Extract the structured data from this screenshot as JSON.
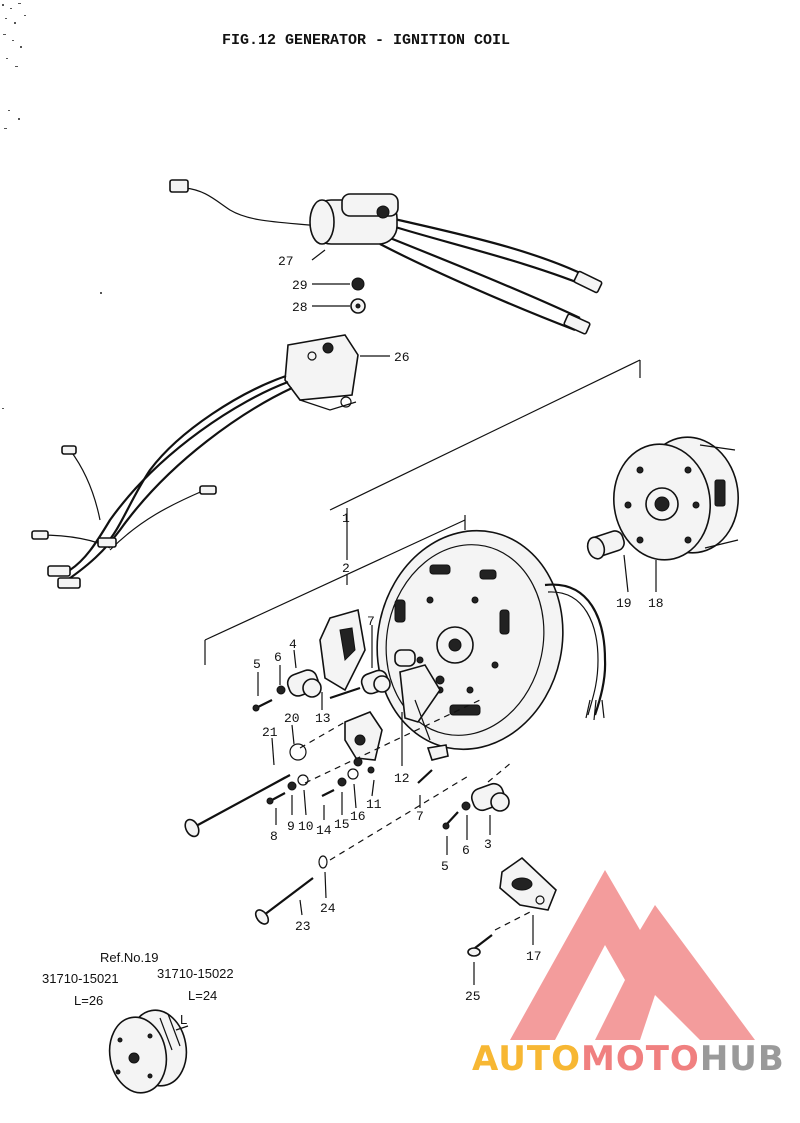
{
  "figure": {
    "title": "FIG.12 GENERATOR - IGNITION COIL"
  },
  "callouts": [
    {
      "id": "c27",
      "text": "27"
    },
    {
      "id": "c29",
      "text": "29"
    },
    {
      "id": "c28",
      "text": "28"
    },
    {
      "id": "c26",
      "text": "26"
    },
    {
      "id": "c1",
      "text": "1"
    },
    {
      "id": "c2",
      "text": "2"
    },
    {
      "id": "c19",
      "text": "19"
    },
    {
      "id": "c18",
      "text": "18"
    },
    {
      "id": "c5a",
      "text": "5"
    },
    {
      "id": "c6a",
      "text": "6"
    },
    {
      "id": "c4",
      "text": "4"
    },
    {
      "id": "c7a",
      "text": "7"
    },
    {
      "id": "c20",
      "text": "20"
    },
    {
      "id": "c13",
      "text": "13"
    },
    {
      "id": "c21",
      "text": "21"
    },
    {
      "id": "c12",
      "text": "12"
    },
    {
      "id": "c11",
      "text": "11"
    },
    {
      "id": "c8",
      "text": "8"
    },
    {
      "id": "c9",
      "text": "9"
    },
    {
      "id": "c10",
      "text": "10"
    },
    {
      "id": "c14",
      "text": "14"
    },
    {
      "id": "c15",
      "text": "15"
    },
    {
      "id": "c16",
      "text": "16"
    },
    {
      "id": "c7b",
      "text": "7"
    },
    {
      "id": "c5b",
      "text": "5"
    },
    {
      "id": "c6b",
      "text": "6"
    },
    {
      "id": "c3",
      "text": "3"
    },
    {
      "id": "c23",
      "text": "23"
    },
    {
      "id": "c24",
      "text": "24"
    },
    {
      "id": "c17",
      "text": "17"
    },
    {
      "id": "c25",
      "text": "25"
    }
  ],
  "reference": {
    "heading": "Ref.No.19",
    "part_a": "31710-15021",
    "part_b": "31710-15022",
    "length_a": "L=26",
    "length_b": "L=24",
    "dim_label": "L"
  },
  "watermark": {
    "text_a": "AUTO",
    "text_b": "MOTO",
    "text_c": "HUB",
    "color_a": "#f7b733",
    "color_b": "#f08080",
    "color_c": "#9a9a9a",
    "logo_color": "#f28b8b"
  }
}
